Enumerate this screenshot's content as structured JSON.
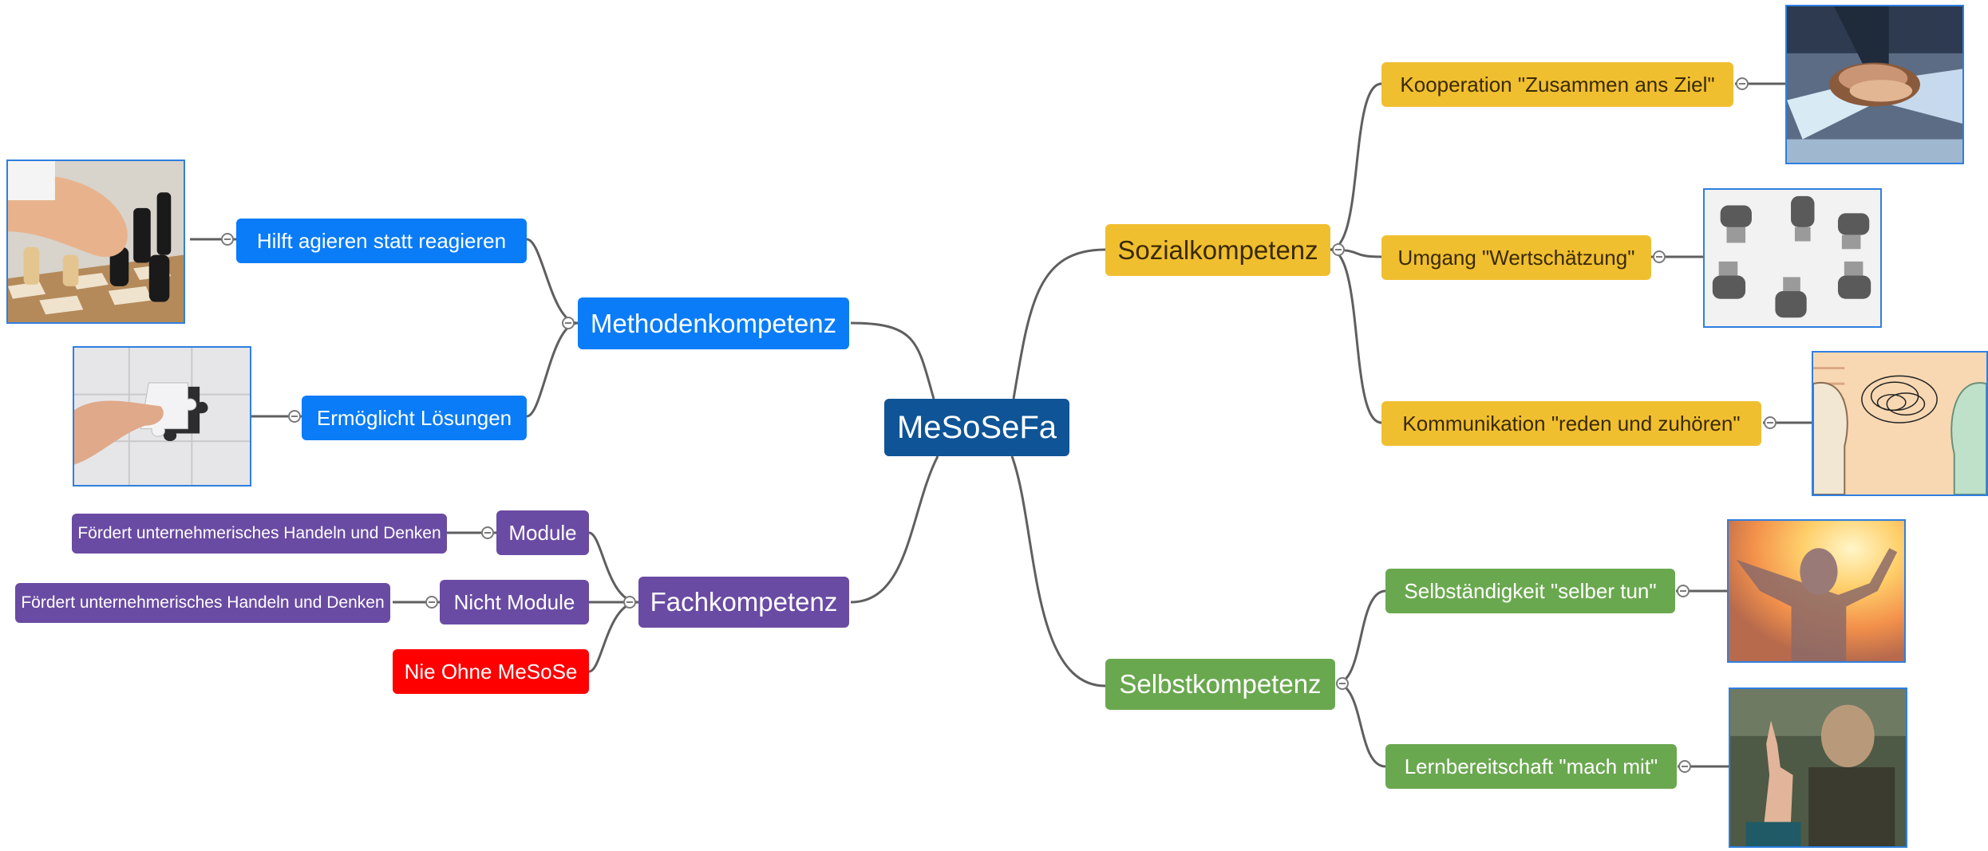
{
  "root": {
    "label": "MeSoSeFa"
  },
  "methoden": {
    "label": "Methodenkompetenz",
    "children": [
      "Hilft agieren statt reagieren",
      "Ermöglicht Lösungen"
    ]
  },
  "fach": {
    "label": "Fachkompetenz",
    "children": [
      "Module",
      "Nicht Module",
      "Nie Ohne MeSoSe"
    ],
    "module_note": "Fördert unternehmerisches Handeln und Denken",
    "nicht_module_note": "Fördert unternehmerisches Handeln und Denken"
  },
  "sozial": {
    "label": "Sozialkompetenz",
    "children": [
      "Kooperation \"Zusammen ans Ziel\"",
      "Umgang \"Wertschätzung\"",
      "Kommunikation \"reden und zuhören\""
    ]
  },
  "selbst": {
    "label": "Selbstkompetenz",
    "children": [
      "Selbständigkeit \"selber tun\"",
      "Lernbereitschaft \"mach mit\""
    ]
  },
  "colors": {
    "root": "#0f5496",
    "methoden": "#0a7cf7",
    "fach": "#6a4ba3",
    "fach_alert": "#ff0000",
    "sozial": "#f0bf30",
    "selbst": "#6aa84f",
    "connector": "#5f5f5f"
  }
}
